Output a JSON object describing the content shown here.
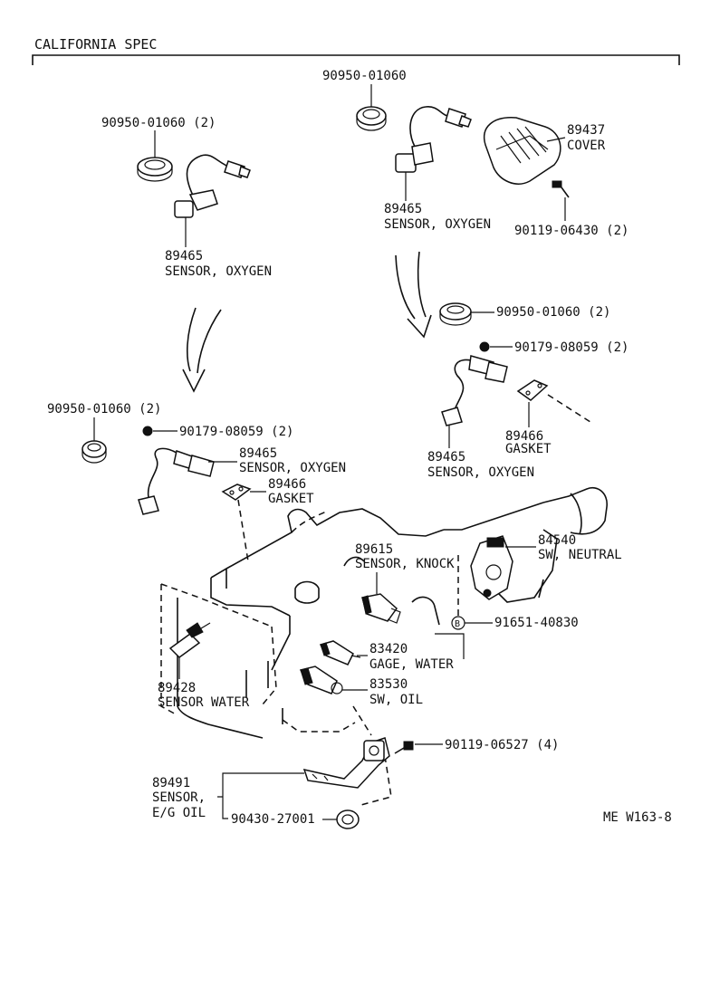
{
  "header": {
    "title": "CALIFORNIA SPEC"
  },
  "footer": {
    "figure_code": "ME W163-8"
  },
  "callouts": {
    "grommet_top": "90950-01060",
    "grommet_left": "90950-01060 (2)",
    "sensor_left_no": "89465",
    "sensor_left_name": "SENSOR, OXYGEN",
    "cover_no": "89437",
    "cover_name": "COVER",
    "sensor_right_no": "89465",
    "sensor_right_name": "SENSOR, OXYGEN",
    "screw_cover": "90119-06430 (2)",
    "grommet_right2": "90950-01060 (2)",
    "nut_right": "90179-08059 (2)",
    "gasket_right_no": "89466",
    "gasket_right_name": "GASKET",
    "sensor_right2_no": "89465",
    "sensor_right2_name": "SENSOR, OXYGEN",
    "grommet_left2": "90950-01060 (2)",
    "nut_left": "90179-08059 (2)",
    "sensor_left2_no": "89465",
    "sensor_left2_name": "SENSOR, OXYGEN",
    "gasket_left_no": "89466",
    "gasket_left_name": "GASKET",
    "knock_no": "89615",
    "knock_name": "SENSOR, KNOCK",
    "neutral_no": "84540",
    "neutral_name": "SW, NEUTRAL",
    "bolt_b_marker": "B",
    "bolt_b": "91651-40830",
    "water_gage_no": "83420",
    "water_gage_name": "GAGE, WATER",
    "oil_sw_no": "83530",
    "oil_sw_name": "SW, OIL",
    "water_sensor_no": "89428",
    "water_sensor_name": "SENSOR WATER",
    "screw_oil": "90119-06527 (4)",
    "eg_oil_no": "89491",
    "eg_oil_name_1": "SENSOR,",
    "eg_oil_name_2": "E/G OIL",
    "oring": "90430-27001"
  },
  "icons": {
    "grommet": "grommet-icon",
    "oxygen_sensor": "oxygen-sensor-icon",
    "cover": "cover-icon",
    "screw": "screw-icon",
    "nut": "nut-icon",
    "gasket": "gasket-icon",
    "knock_sensor": "knock-sensor-icon",
    "neutral_switch": "neutral-switch-icon",
    "water_gage": "water-gage-icon",
    "oil_switch": "oil-switch-icon",
    "water_sensor": "water-sensor-icon",
    "oil_sensor": "oil-sensor-icon",
    "o_ring": "o-ring-icon",
    "arrow": "arrow-down-icon"
  }
}
